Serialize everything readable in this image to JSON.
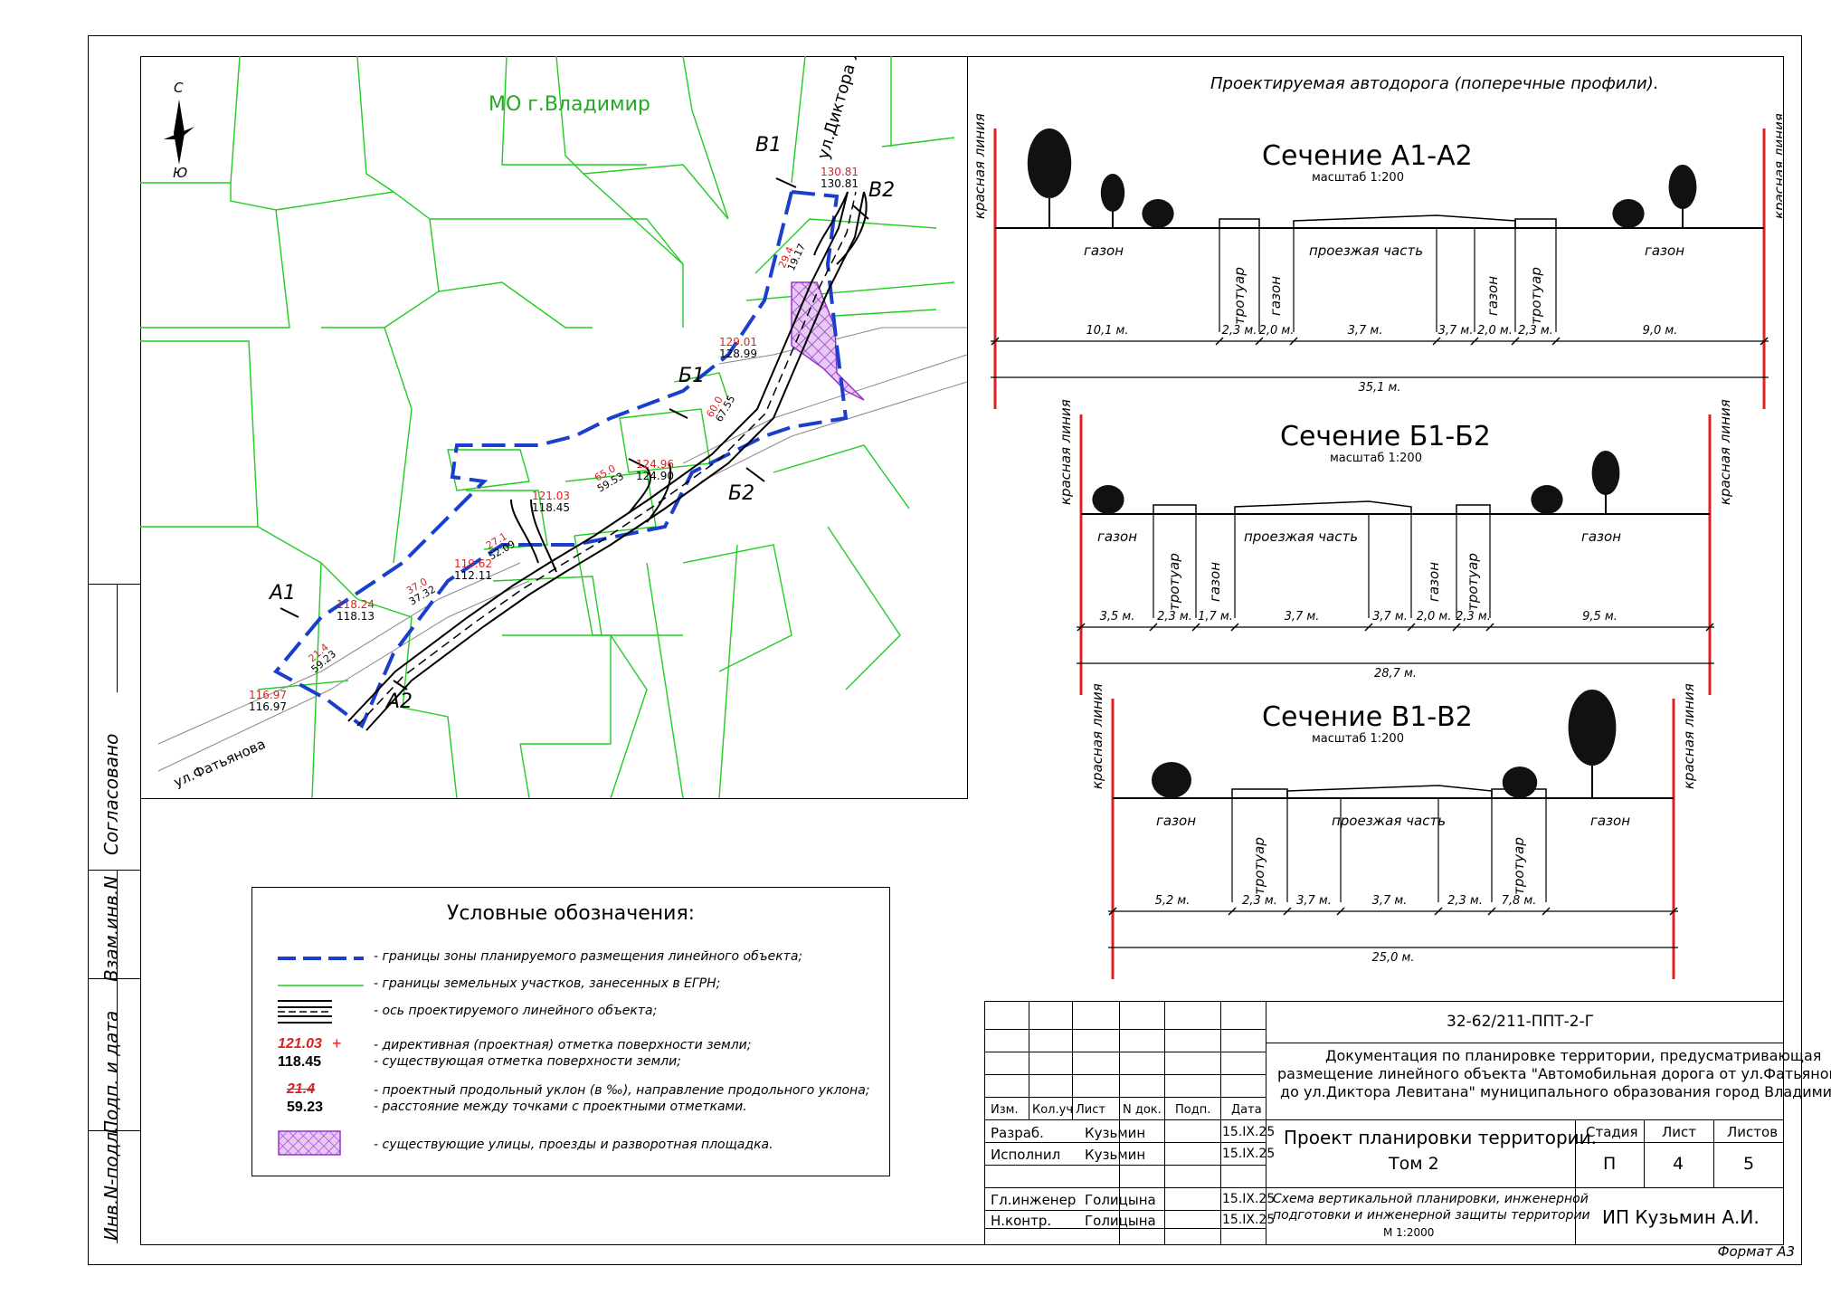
{
  "frame": {
    "format_label": "Формат А3"
  },
  "left_strip": [
    {
      "label": "Согласовано"
    },
    {
      "label": "Взам.инв.N"
    },
    {
      "label": "Подп. и дата"
    },
    {
      "label": "Инв.N-подл."
    }
  ],
  "map": {
    "region_label": "МО г.Владимир",
    "north_label": "С",
    "south_label": "Ю",
    "street_levitana": "ул.Диктора Левитана",
    "street_fatyanova": "ул.Фатьянова",
    "section_marks": [
      "А1",
      "А2",
      "Б1",
      "Б2",
      "В1",
      "В2"
    ],
    "elevations": [
      {
        "design": "130.81",
        "existing": "130.81"
      },
      {
        "design": "129.01",
        "existing": "128.99"
      },
      {
        "design": "124.96",
        "existing": "124.90"
      },
      {
        "design": "121.03",
        "existing": "118.45"
      },
      {
        "design": "119.62",
        "existing": "112.11"
      },
      {
        "design": "118.24",
        "existing": "118.13"
      },
      {
        "design": "116.97",
        "existing": "116.97"
      }
    ],
    "slopes": [
      {
        "slope": "29.4",
        "dist": "19.17"
      },
      {
        "slope": "60.0",
        "dist": "67.55"
      },
      {
        "slope": "65.0",
        "dist": "59.53"
      },
      {
        "slope": "27.1",
        "dist": "52.09"
      },
      {
        "slope": "37.0",
        "dist": "37.32"
      },
      {
        "slope": "21.4",
        "dist": "59.23"
      }
    ],
    "colors": {
      "parcel": "#22cc22",
      "zone": "#1a3fcc",
      "design": "#e02020",
      "hatch": "#9933cc"
    }
  },
  "legend": {
    "title": "Условные обозначения:",
    "items": [
      {
        "text": "- границы зоны планируемого размещения линейного объекта;"
      },
      {
        "text": "- границы земельных участков, занесенных в ЕГРН;"
      },
      {
        "text": "- ось проектируемого линейного объекта;"
      },
      {
        "text": "- директивная (проектная) отметка поверхности земли;",
        "text2": "- существующая отметка поверхности земли;",
        "sym_design": "121.03",
        "sym_existing": "118.45"
      },
      {
        "text": "- проектный продольный уклон (в ‰), направление продольного уклона;",
        "text2": "- расстояние между точками с проектными отметками.",
        "sym_slope": "21.4",
        "sym_dist": "59.23"
      },
      {
        "text": "- существующие улицы, проезды и разворотная площадка."
      }
    ]
  },
  "profiles": {
    "heading": "Проектируемая автодорога (поперечные профили).",
    "red_line_label": "красная линия",
    "sections": [
      {
        "title": "Сечение А1-А2",
        "scale": "масштаб 1:200",
        "labels": [
          "газон",
          "тротуар",
          "газон",
          "проезжая часть",
          "газон",
          "тротуар",
          "газон"
        ],
        "widths": [
          "10,1 м.",
          "2,3 м.",
          "2,0 м.",
          "3,7 м.",
          "3,7 м.",
          "2,0 м.",
          "2,3 м.",
          "9,0 м."
        ],
        "total": "35,1 м."
      },
      {
        "title": "Сечение Б1-Б2",
        "scale": "масштаб 1:200",
        "labels": [
          "газон",
          "тротуар",
          "газон",
          "проезжая часть",
          "газон",
          "тротуар",
          "газон"
        ],
        "widths": [
          "3,5 м.",
          "2,3 м.",
          "1,7 м.",
          "3,7 м.",
          "3,7 м.",
          "2,0 м.",
          "2,3 м.",
          "9,5 м."
        ],
        "total": "28,7 м."
      },
      {
        "title": "Сечение В1-В2",
        "scale": "масштаб 1:200",
        "labels": [
          "газон",
          "тротуар",
          "проезжая часть",
          "тротуар",
          "газон"
        ],
        "widths": [
          "5,2 м.",
          "2,3 м.",
          "3,7 м.",
          "3,7 м.",
          "2,3 м.",
          "7,8 м."
        ],
        "total": "25,0 м."
      }
    ]
  },
  "stamp": {
    "code": "32-62/211-ППТ-2-Г",
    "doc_title_1": "Документация по планировке территории, предусматривающая",
    "doc_title_2": "размещение линейного объекта \"Автомобильная дорога от ул.Фатьянова",
    "doc_title_3": "до ул.Диктора Левитана\" муниципального образования город Владимир.",
    "headers": [
      "Изм.",
      "Кол.уч",
      "Лист",
      "N док.",
      "Подп.",
      "Дата"
    ],
    "people": [
      {
        "role": "Разраб.",
        "name": "Кузьмин",
        "date": "15.IX.25"
      },
      {
        "role": "Исполнил",
        "name": "Кузьмин",
        "date": "15.IX.25"
      },
      {
        "role": "Гл.инженер",
        "name": "Голицына",
        "date": "15.IX.25"
      },
      {
        "role": "Н.контр.",
        "name": "Голицына",
        "date": "15.IX.25"
      }
    ],
    "project_title_1": "Проект планировки территории.",
    "project_title_2": "Том 2",
    "stage_header": "Стадия",
    "sheet_header": "Лист",
    "sheets_header": "Листов",
    "stage": "П",
    "sheet": "4",
    "sheets": "5",
    "scheme_1": "Схема вертикальной планировки, инженерной",
    "scheme_2": "подготовки и инженерной защиты территории",
    "scheme_scale": "М 1:2000",
    "company": "ИП Кузьмин А.И."
  }
}
